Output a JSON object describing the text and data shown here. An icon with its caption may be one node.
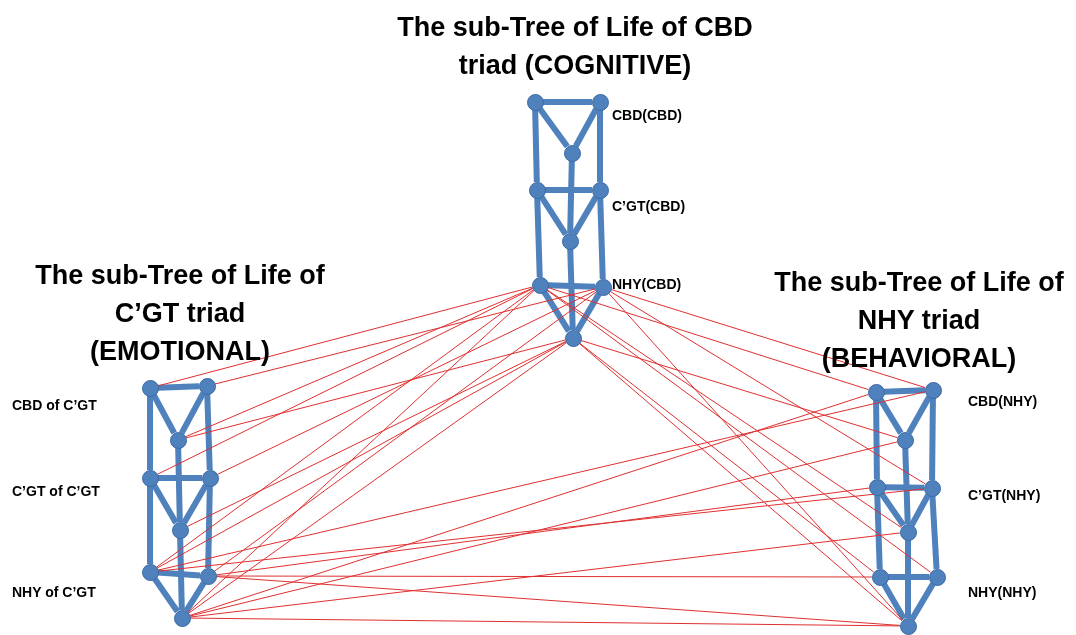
{
  "diagram": {
    "nodes": [
      {
        "text": [],
        "shape": "circle"
      },
      {
        "text": [],
        "shape": "circle"
      },
      {
        "text": [],
        "shape": "circle"
      },
      {
        "text": [],
        "shape": "circle"
      },
      {
        "text": [],
        "shape": "circle"
      },
      {
        "text": [],
        "shape": "circle"
      },
      {
        "text": [],
        "shape": "circle"
      },
      {
        "text": [],
        "shape": "circle"
      },
      {
        "text": [],
        "shape": "circle"
      },
      {
        "text": [],
        "shape": "circle"
      },
      {
        "text": [],
        "shape": "circle"
      },
      {
        "text": [],
        "shape": "circle"
      },
      {
        "text": [],
        "shape": "circle"
      },
      {
        "text": [],
        "shape": "circle"
      },
      {
        "text": [],
        "shape": "circle"
      },
      {
        "text": [],
        "shape": "circle"
      },
      {
        "text": [],
        "shape": "circle"
      },
      {
        "text": [],
        "shape": "circle"
      },
      {
        "text": [],
        "shape": "circle"
      },
      {
        "text": [],
        "shape": "circle"
      },
      {
        "text": [],
        "shape": "circle"
      },
      {
        "text": [],
        "shape": "circle"
      },
      {
        "text": [],
        "shape": "circle"
      },
      {
        "text": [],
        "shape": "circle"
      },
      {
        "text": [],
        "shape": "circle"
      },
      {
        "text": [],
        "shape": "circle"
      },
      {
        "text": [],
        "shape": "circle"
      }
    ],
    "edges": [
      {
        "from": 0,
        "to": 1,
        "arrow": "none"
      },
      {
        "from": 0,
        "to": 2,
        "arrow": "none"
      },
      {
        "from": 1,
        "to": 2,
        "arrow": "none"
      },
      {
        "from": 3,
        "to": 4,
        "arrow": "none"
      },
      {
        "from": 3,
        "to": 5,
        "arrow": "none"
      },
      {
        "from": 4,
        "to": 5,
        "arrow": "none"
      },
      {
        "from": 6,
        "to": 7,
        "arrow": "none"
      },
      {
        "from": 6,
        "to": 8,
        "arrow": "none"
      },
      {
        "from": 7,
        "to": 8,
        "arrow": "none"
      },
      {
        "from": 0,
        "to": 3,
        "arrow": "none"
      },
      {
        "from": 3,
        "to": 6,
        "arrow": "none"
      },
      {
        "from": 1,
        "to": 4,
        "arrow": "none"
      },
      {
        "from": 4,
        "to": 7,
        "arrow": "none"
      },
      {
        "from": 2,
        "to": 5,
        "arrow": "none"
      },
      {
        "from": 5,
        "to": 8,
        "arrow": "none"
      },
      {
        "from": 9,
        "to": 10,
        "arrow": "none"
      },
      {
        "from": 9,
        "to": 11,
        "arrow": "none"
      },
      {
        "from": 10,
        "to": 11,
        "arrow": "none"
      },
      {
        "from": 12,
        "to": 13,
        "arrow": "none"
      },
      {
        "from": 12,
        "to": 14,
        "arrow": "none"
      },
      {
        "from": 13,
        "to": 14,
        "arrow": "none"
      },
      {
        "from": 15,
        "to": 16,
        "arrow": "none"
      },
      {
        "from": 15,
        "to": 17,
        "arrow": "none"
      },
      {
        "from": 16,
        "to": 17,
        "arrow": "none"
      },
      {
        "from": 9,
        "to": 12,
        "arrow": "none"
      },
      {
        "from": 12,
        "to": 15,
        "arrow": "none"
      },
      {
        "from": 10,
        "to": 13,
        "arrow": "none"
      },
      {
        "from": 13,
        "to": 16,
        "arrow": "none"
      },
      {
        "from": 11,
        "to": 14,
        "arrow": "none"
      },
      {
        "from": 14,
        "to": 17,
        "arrow": "none"
      },
      {
        "from": 18,
        "to": 19,
        "arrow": "none"
      },
      {
        "from": 18,
        "to": 20,
        "arrow": "none"
      },
      {
        "from": 19,
        "to": 20,
        "arrow": "none"
      },
      {
        "from": 21,
        "to": 22,
        "arrow": "none"
      },
      {
        "from": 21,
        "to": 23,
        "arrow": "none"
      },
      {
        "from": 22,
        "to": 23,
        "arrow": "none"
      },
      {
        "from": 24,
        "to": 25,
        "arrow": "none"
      },
      {
        "from": 24,
        "to": 26,
        "arrow": "none"
      },
      {
        "from": 25,
        "to": 26,
        "arrow": "none"
      },
      {
        "from": 18,
        "to": 21,
        "arrow": "none"
      },
      {
        "from": 21,
        "to": 24,
        "arrow": "none"
      },
      {
        "from": 19,
        "to": 22,
        "arrow": "none"
      },
      {
        "from": 22,
        "to": 25,
        "arrow": "none"
      },
      {
        "from": 20,
        "to": 23,
        "arrow": "none"
      },
      {
        "from": 23,
        "to": 26,
        "arrow": "none"
      },
      {
        "from": 6,
        "to": 9,
        "arrow": "none",
        "color": "#e03030"
      },
      {
        "from": 6,
        "to": 11,
        "arrow": "none",
        "color": "#e03030"
      },
      {
        "from": 6,
        "to": 12,
        "arrow": "none",
        "color": "#e03030"
      },
      {
        "from": 6,
        "to": 15,
        "arrow": "none",
        "color": "#e03030"
      },
      {
        "from": 6,
        "to": 17,
        "arrow": "none",
        "color": "#e03030"
      },
      {
        "from": 7,
        "to": 10,
        "arrow": "none",
        "color": "#e03030"
      },
      {
        "from": 7,
        "to": 13,
        "arrow": "none",
        "color": "#e03030"
      },
      {
        "from": 7,
        "to": 16,
        "arrow": "none",
        "color": "#e03030"
      },
      {
        "from": 8,
        "to": 11,
        "arrow": "none",
        "color": "#e03030"
      },
      {
        "from": 8,
        "to": 14,
        "arrow": "none",
        "color": "#e03030"
      },
      {
        "from": 8,
        "to": 15,
        "arrow": "none",
        "color": "#e03030"
      },
      {
        "from": 8,
        "to": 17,
        "arrow": "none",
        "color": "#e03030"
      },
      {
        "from": 6,
        "to": 18,
        "arrow": "none",
        "color": "#e03030"
      },
      {
        "from": 6,
        "to": 23,
        "arrow": "none",
        "color": "#e03030"
      },
      {
        "from": 6,
        "to": 25,
        "arrow": "none",
        "color": "#e03030"
      },
      {
        "from": 7,
        "to": 19,
        "arrow": "none",
        "color": "#e03030"
      },
      {
        "from": 7,
        "to": 22,
        "arrow": "none",
        "color": "#e03030"
      },
      {
        "from": 7,
        "to": 26,
        "arrow": "none",
        "color": "#e03030"
      },
      {
        "from": 8,
        "to": 20,
        "arrow": "none",
        "color": "#e03030"
      },
      {
        "from": 8,
        "to": 24,
        "arrow": "none",
        "color": "#e03030"
      },
      {
        "from": 8,
        "to": 26,
        "arrow": "none",
        "color": "#e03030"
      },
      {
        "from": 15,
        "to": 19,
        "arrow": "none",
        "color": "#e03030"
      },
      {
        "from": 15,
        "to": 22,
        "arrow": "none",
        "color": "#e03030"
      },
      {
        "from": 16,
        "to": 24,
        "arrow": "none",
        "color": "#e03030"
      },
      {
        "from": 16,
        "to": 21,
        "arrow": "none",
        "color": "#e03030"
      },
      {
        "from": 16,
        "to": 26,
        "arrow": "none",
        "color": "#e03030"
      },
      {
        "from": 17,
        "to": 18,
        "arrow": "none",
        "color": "#e03030"
      },
      {
        "from": 17,
        "to": 20,
        "arrow": "none",
        "color": "#e03030"
      },
      {
        "from": 17,
        "to": 23,
        "arrow": "none",
        "color": "#e03030"
      },
      {
        "from": 17,
        "to": 26,
        "arrow": "none",
        "color": "#e03030"
      }
    ],
    "labels": [
      "The sub-Tree of Life of CBD triad (COGNITIVE)",
      "CBD(CBD)",
      "C’GT(CBD)",
      "NHY(CBD)",
      "The sub-Tree of Life of C’GT triad (EMOTIONAL)",
      "The sub-Tree of Life of NHY triad (BEHAVIORAL)",
      "CBD of C’GT",
      "CBD(NHY)",
      "C’GT of C’GT",
      "C’GT(NHY)",
      "NHY of C’GT",
      "NHY(NHY)"
    ]
  }
}
